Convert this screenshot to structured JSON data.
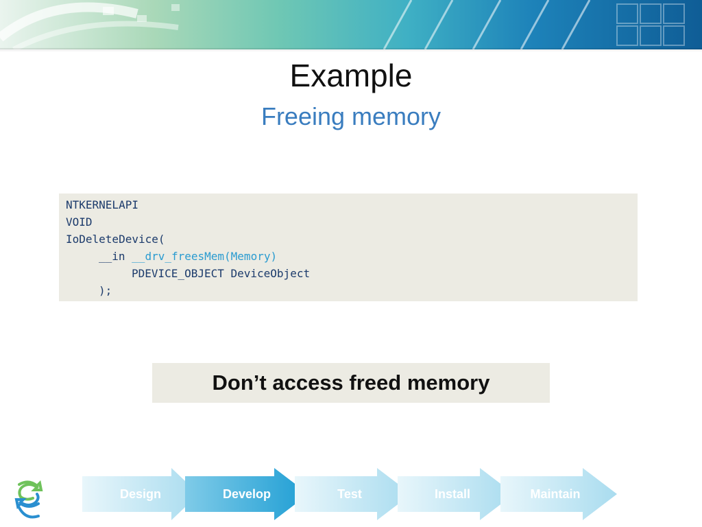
{
  "slide": {
    "title": "Example",
    "subtitle": "Freeing memory"
  },
  "code": {
    "line1": "NTKERNELAPI",
    "line2": "VOID",
    "line3": "IoDeleteDevice(",
    "line4_prefix": "__in ",
    "line4_annotation": "__drv_freesMem(Memory)",
    "line5": "PDEVICE_OBJECT DeviceObject",
    "line6": ");"
  },
  "callout": {
    "text": "Don’t access freed memory"
  },
  "process": {
    "steps": [
      "Design",
      "Develop",
      "Test",
      "Install",
      "Maintain"
    ],
    "active_step": "Develop"
  },
  "colors": {
    "subtitle": "#3a7dbf",
    "code_text": "#1b3a6b",
    "code_annotation": "#2a9bd0",
    "box_background": "#ecebe3",
    "active_arrow": "#2aa7d8",
    "inactive_arrow": "#b9e3f2"
  }
}
